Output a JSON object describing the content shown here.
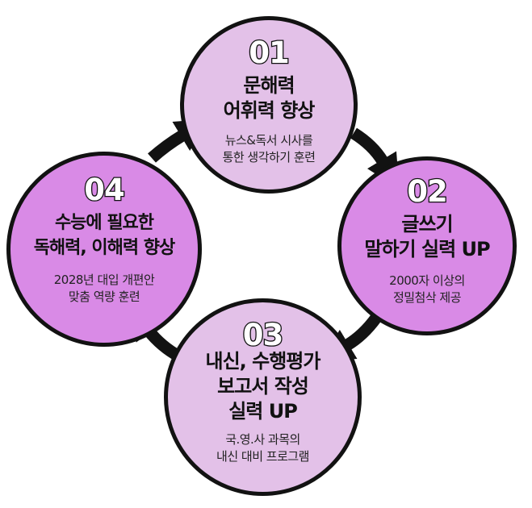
{
  "colors": {
    "circle_light": "#e3c1e8",
    "circle_dark": "#d98ae6",
    "outline": "#121212"
  },
  "steps": [
    {
      "number": "01",
      "title_lines": [
        "문해력",
        "어휘력 향상"
      ],
      "desc_lines": [
        "뉴스&독서 시사를",
        "통한 생각하기 훈련"
      ]
    },
    {
      "number": "02",
      "title_lines": [
        "글쓰기",
        "말하기  실력 UP"
      ],
      "desc_lines": [
        "2000자 이상의",
        "정밀첨삭 제공"
      ]
    },
    {
      "number": "03",
      "title_lines": [
        "내신, 수행평가",
        "보고서 작성",
        "실력 UP"
      ],
      "desc_lines": [
        "국.영.사 과목의",
        "내신 대비 프로그램"
      ]
    },
    {
      "number": "04",
      "title_lines": [
        "수능에 필요한",
        "독해력, 이해력 향상"
      ],
      "desc_lines": [
        "2028년 대입 개편안",
        "맞춤 역량 훈련"
      ]
    }
  ],
  "connectors": [
    "arrow-1-to-2",
    "arrow-2-to-3",
    "arrow-3-to-4",
    "arrow-4-to-1"
  ]
}
